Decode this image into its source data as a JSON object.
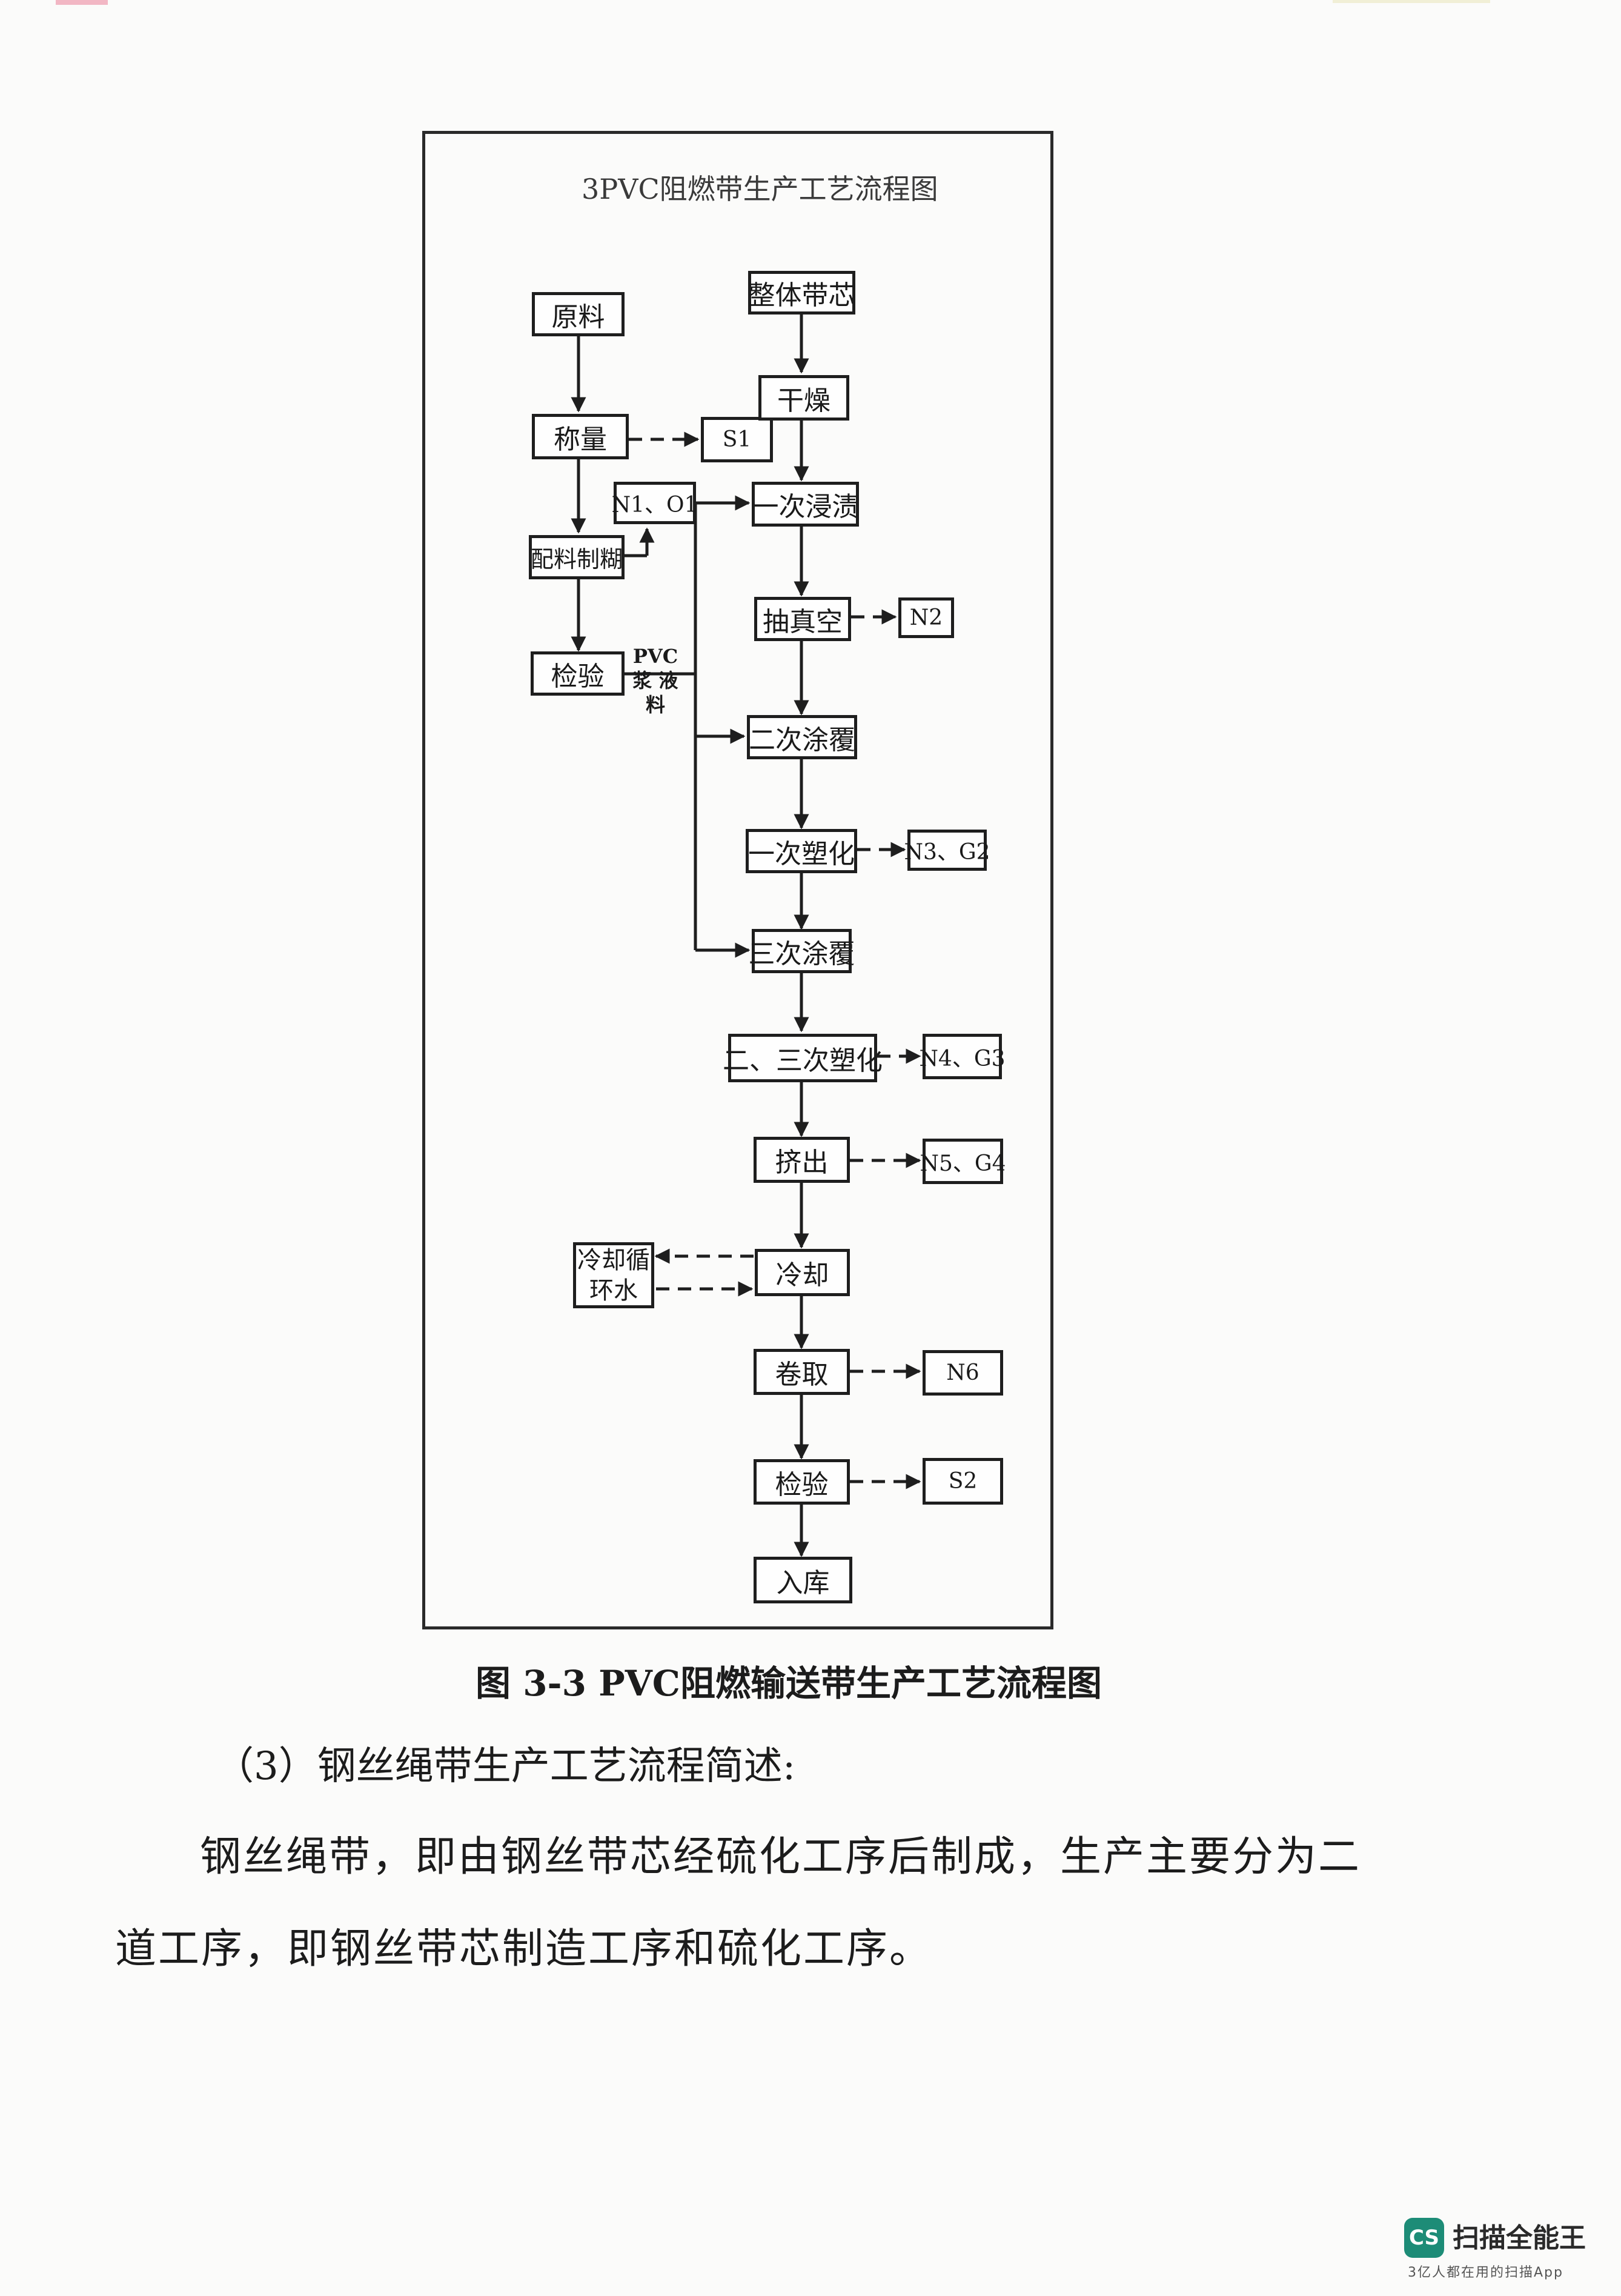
{
  "flowchart": {
    "title": "3PVC阻燃带生产工艺流程图",
    "nodes": {
      "raw_material": "原料",
      "whole_core": "整体带芯",
      "weighing": "称量",
      "s1": "S1",
      "drying": "干燥",
      "n1_o1": "N1、O1",
      "first_dip": "一次浸渍",
      "batching": "配料制糊",
      "vacuum": "抽真空",
      "n2": "N2",
      "inspection": "检验",
      "pvc_label": "PVC浆 液料",
      "second_coat": "二次涂覆",
      "first_plasticize": "一次塑化",
      "n3_g2": "N3、G2",
      "third_coat": "三次涂覆",
      "plasticize_23": "二、三次塑化",
      "n4_g3": "N4、G3",
      "extrusion": "挤出",
      "n5_g4": "N5、G4",
      "cooling_water": "冷却循环水",
      "cooling": "冷却",
      "winding": "卷取",
      "n6": "N6",
      "final_inspection": "检验",
      "s2": "S2",
      "warehouse": "入库"
    }
  },
  "caption": "图 3-3 PVC阻燃输送带生产工艺流程图",
  "section": {
    "heading": "（3）钢丝绳带生产工艺流程简述:",
    "paragraph_line1": "钢丝绳带，即由钢丝带芯经硫化工序后制成，生产主要分为二",
    "paragraph_line2": "道工序，即钢丝带芯制造工序和硫化工序。"
  },
  "watermark": {
    "badge": "CS",
    "app_name": "扫描全能王",
    "tagline": "3亿人都在用的扫描App",
    "color": "#1d8c77"
  }
}
